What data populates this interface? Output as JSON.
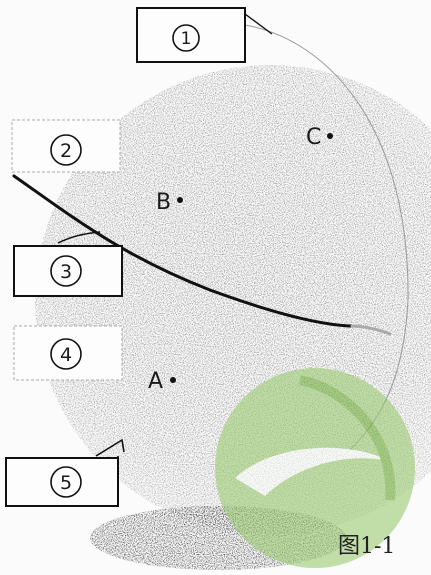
{
  "figure": {
    "boxes": [
      {
        "id": "box-1",
        "label": "1"
      },
      {
        "id": "box-2",
        "label": "2"
      },
      {
        "id": "box-3",
        "label": "3"
      },
      {
        "id": "box-4",
        "label": "4"
      },
      {
        "id": "box-5",
        "label": "5"
      }
    ],
    "points": [
      {
        "id": "point-a",
        "label": "A"
      },
      {
        "id": "point-b",
        "label": "B"
      },
      {
        "id": "point-c",
        "label": "C"
      }
    ],
    "caption": "图1-1"
  },
  "watermark": {
    "colors": [
      "#6fae3a",
      "#9ccc72"
    ]
  }
}
